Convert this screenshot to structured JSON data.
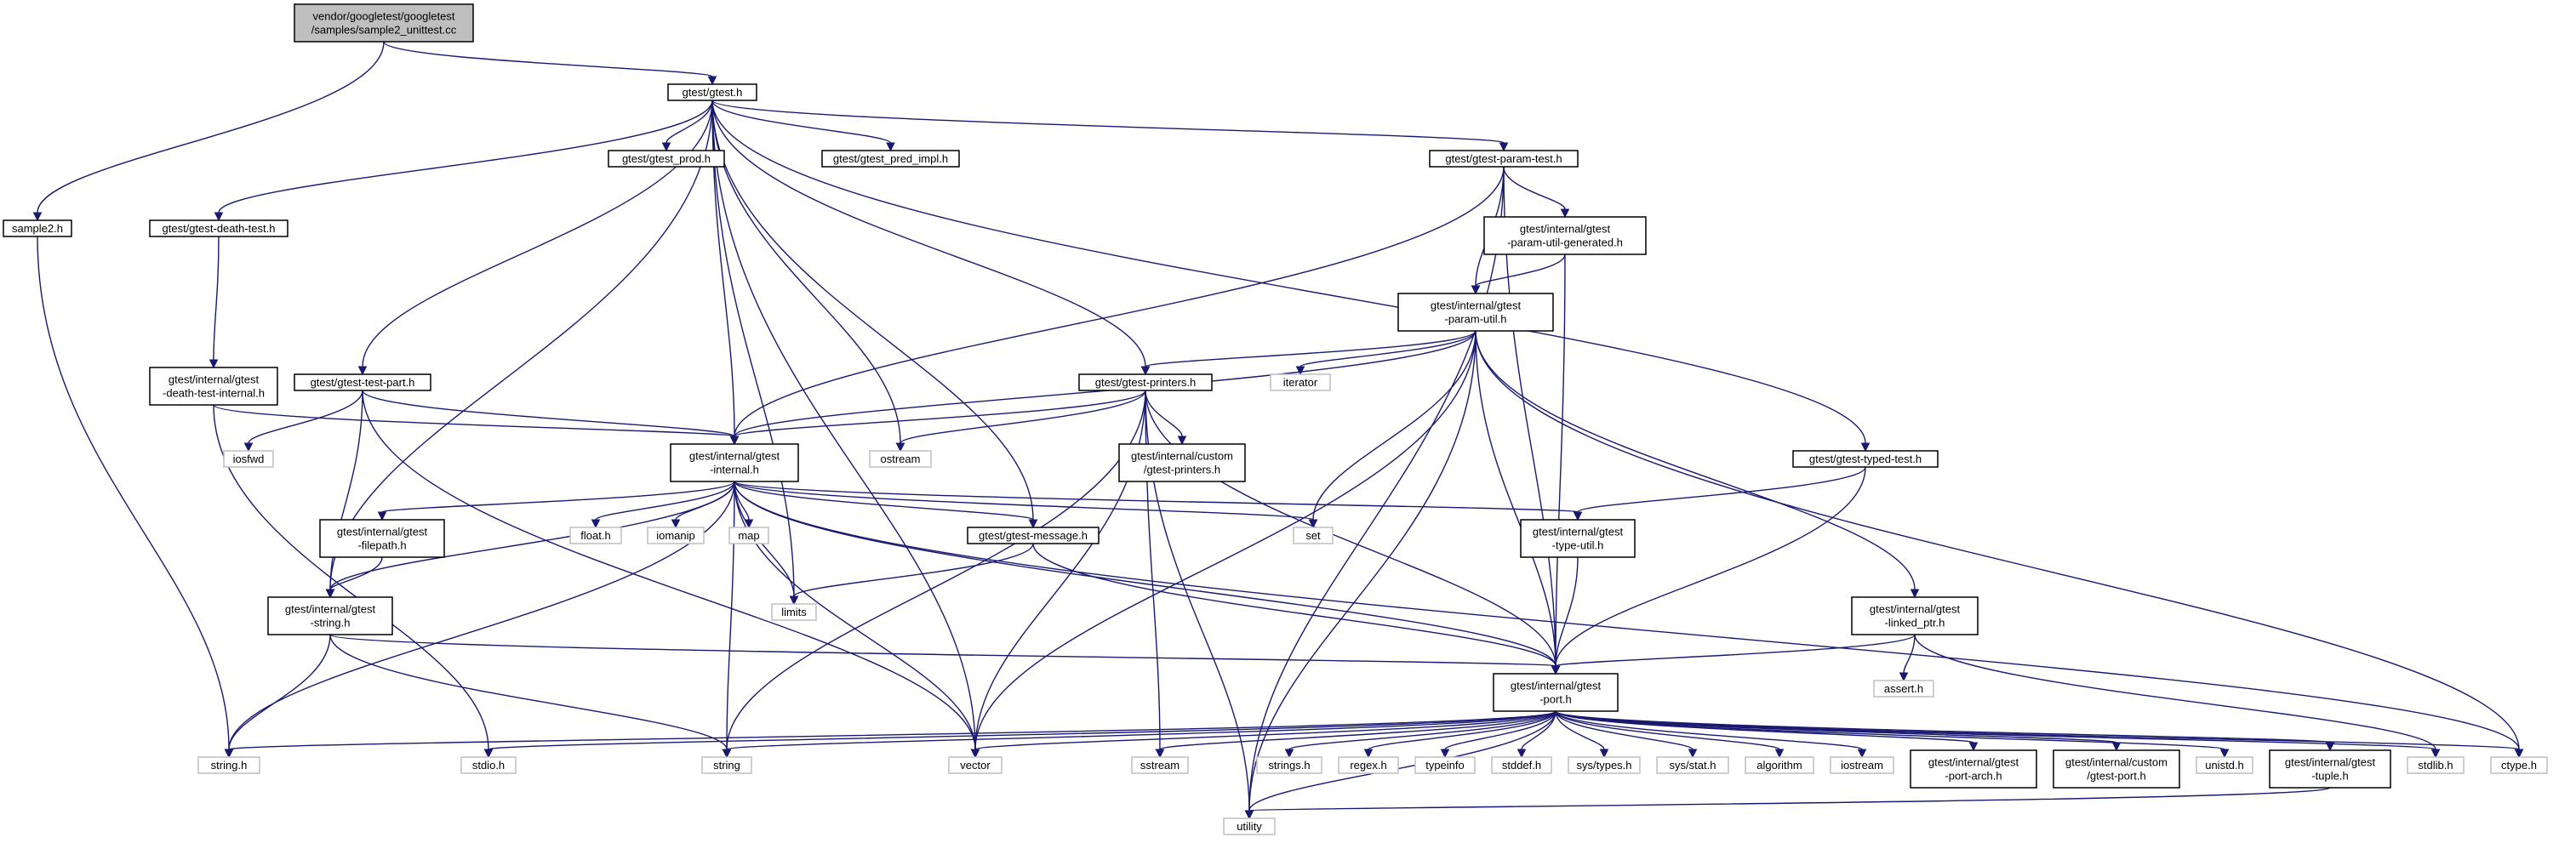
{
  "diagram": {
    "colors": {
      "edge": "#191970",
      "local_border": "#000000",
      "system_border": "#bfbfbf",
      "root_fill": "#bfbfbf",
      "background": "#ffffff"
    },
    "nodes": [
      {
        "id": "root",
        "lines": [
          "vendor/googletest/googletest",
          "/samples/sample2_unittest.cc"
        ],
        "kind": "root"
      },
      {
        "id": "gtest_h",
        "lines": [
          "gtest/gtest.h"
        ],
        "kind": "local"
      },
      {
        "id": "sample2_h",
        "lines": [
          "sample2.h"
        ],
        "kind": "local"
      },
      {
        "id": "death_test",
        "lines": [
          "gtest/gtest-death-test.h"
        ],
        "kind": "local"
      },
      {
        "id": "gtest_prod",
        "lines": [
          "gtest/gtest_prod.h"
        ],
        "kind": "local"
      },
      {
        "id": "pred_impl",
        "lines": [
          "gtest/gtest_pred_impl.h"
        ],
        "kind": "local"
      },
      {
        "id": "param_test",
        "lines": [
          "gtest/gtest-param-test.h"
        ],
        "kind": "local"
      },
      {
        "id": "param_util_gen",
        "lines": [
          "gtest/internal/gtest",
          "-param-util-generated.h"
        ],
        "kind": "local"
      },
      {
        "id": "param_util",
        "lines": [
          "gtest/internal/gtest",
          "-param-util.h"
        ],
        "kind": "local"
      },
      {
        "id": "death_internal",
        "lines": [
          "gtest/internal/gtest",
          "-death-test-internal.h"
        ],
        "kind": "local"
      },
      {
        "id": "test_part",
        "lines": [
          "gtest/gtest-test-part.h"
        ],
        "kind": "local"
      },
      {
        "id": "printers",
        "lines": [
          "gtest/gtest-printers.h"
        ],
        "kind": "local"
      },
      {
        "id": "iterator",
        "lines": [
          "iterator"
        ],
        "kind": "system"
      },
      {
        "id": "iosfwd",
        "lines": [
          "iosfwd"
        ],
        "kind": "system"
      },
      {
        "id": "internal_h",
        "lines": [
          "gtest/internal/gtest",
          "-internal.h"
        ],
        "kind": "local"
      },
      {
        "id": "ostream",
        "lines": [
          "ostream"
        ],
        "kind": "system"
      },
      {
        "id": "custom_printers",
        "lines": [
          "gtest/internal/custom",
          "/gtest-printers.h"
        ],
        "kind": "local"
      },
      {
        "id": "typed_test",
        "lines": [
          "gtest/gtest-typed-test.h"
        ],
        "kind": "local"
      },
      {
        "id": "filepath",
        "lines": [
          "gtest/internal/gtest",
          "-filepath.h"
        ],
        "kind": "local"
      },
      {
        "id": "float_h",
        "lines": [
          "float.h"
        ],
        "kind": "system"
      },
      {
        "id": "iomanip",
        "lines": [
          "iomanip"
        ],
        "kind": "system"
      },
      {
        "id": "map",
        "lines": [
          "map"
        ],
        "kind": "system"
      },
      {
        "id": "message",
        "lines": [
          "gtest/gtest-message.h"
        ],
        "kind": "local"
      },
      {
        "id": "set",
        "lines": [
          "set"
        ],
        "kind": "system"
      },
      {
        "id": "type_util",
        "lines": [
          "gtest/internal/gtest",
          "-type-util.h"
        ],
        "kind": "local"
      },
      {
        "id": "string_int",
        "lines": [
          "gtest/internal/gtest",
          "-string.h"
        ],
        "kind": "local"
      },
      {
        "id": "limits",
        "lines": [
          "limits"
        ],
        "kind": "system"
      },
      {
        "id": "linked_ptr",
        "lines": [
          "gtest/internal/gtest",
          "-linked_ptr.h"
        ],
        "kind": "local"
      },
      {
        "id": "assert_h",
        "lines": [
          "assert.h"
        ],
        "kind": "system"
      },
      {
        "id": "port_h",
        "lines": [
          "gtest/internal/gtest",
          "-port.h"
        ],
        "kind": "local"
      },
      {
        "id": "string_h",
        "lines": [
          "string.h"
        ],
        "kind": "system"
      },
      {
        "id": "stdio_h",
        "lines": [
          "stdio.h"
        ],
        "kind": "system"
      },
      {
        "id": "string",
        "lines": [
          "string"
        ],
        "kind": "system"
      },
      {
        "id": "vector",
        "lines": [
          "vector"
        ],
        "kind": "system"
      },
      {
        "id": "sstream",
        "lines": [
          "sstream"
        ],
        "kind": "system"
      },
      {
        "id": "strings_h",
        "lines": [
          "strings.h"
        ],
        "kind": "system"
      },
      {
        "id": "regex_h",
        "lines": [
          "regex.h"
        ],
        "kind": "system"
      },
      {
        "id": "typeinfo",
        "lines": [
          "typeinfo"
        ],
        "kind": "system"
      },
      {
        "id": "stddef_h",
        "lines": [
          "stddef.h"
        ],
        "kind": "system"
      },
      {
        "id": "sys_types",
        "lines": [
          "sys/types.h"
        ],
        "kind": "system"
      },
      {
        "id": "sys_stat",
        "lines": [
          "sys/stat.h"
        ],
        "kind": "system"
      },
      {
        "id": "algorithm",
        "lines": [
          "algorithm"
        ],
        "kind": "system"
      },
      {
        "id": "iostream",
        "lines": [
          "iostream"
        ],
        "kind": "system"
      },
      {
        "id": "port_arch",
        "lines": [
          "gtest/internal/gtest",
          "-port-arch.h"
        ],
        "kind": "local"
      },
      {
        "id": "custom_port",
        "lines": [
          "gtest/internal/custom",
          "/gtest-port.h"
        ],
        "kind": "local"
      },
      {
        "id": "unistd_h",
        "lines": [
          "unistd.h"
        ],
        "kind": "system"
      },
      {
        "id": "tuple",
        "lines": [
          "gtest/internal/gtest",
          "-tuple.h"
        ],
        "kind": "local"
      },
      {
        "id": "stdlib_h",
        "lines": [
          "stdlib.h"
        ],
        "kind": "system"
      },
      {
        "id": "ctype_h",
        "lines": [
          "ctype.h"
        ],
        "kind": "system"
      },
      {
        "id": "utility",
        "lines": [
          "utility"
        ],
        "kind": "system"
      }
    ],
    "edges": [
      [
        "root",
        "gtest_h"
      ],
      [
        "root",
        "sample2_h"
      ],
      [
        "sample2_h",
        "string_h"
      ],
      [
        "gtest_h",
        "death_test"
      ],
      [
        "gtest_h",
        "gtest_prod"
      ],
      [
        "gtest_h",
        "pred_impl"
      ],
      [
        "gtest_h",
        "param_test"
      ],
      [
        "gtest_h",
        "test_part"
      ],
      [
        "gtest_h",
        "printers"
      ],
      [
        "gtest_h",
        "typed_test"
      ],
      [
        "gtest_h",
        "message"
      ],
      [
        "gtest_h",
        "internal_h"
      ],
      [
        "gtest_h",
        "string_int"
      ],
      [
        "gtest_h",
        "ostream"
      ],
      [
        "gtest_h",
        "limits"
      ],
      [
        "gtest_h",
        "vector"
      ],
      [
        "death_test",
        "death_internal"
      ],
      [
        "death_internal",
        "internal_h"
      ],
      [
        "death_internal",
        "stdio_h"
      ],
      [
        "param_test",
        "param_util_gen"
      ],
      [
        "param_test",
        "param_util"
      ],
      [
        "param_test",
        "internal_h"
      ],
      [
        "param_test",
        "port_h"
      ],
      [
        "param_test",
        "utility"
      ],
      [
        "param_util_gen",
        "param_util"
      ],
      [
        "param_util_gen",
        "port_h"
      ],
      [
        "param_util",
        "iterator"
      ],
      [
        "param_util",
        "set"
      ],
      [
        "param_util",
        "vector"
      ],
      [
        "param_util",
        "utility"
      ],
      [
        "param_util",
        "internal_h"
      ],
      [
        "param_util",
        "printers"
      ],
      [
        "param_util",
        "linked_ptr"
      ],
      [
        "param_util",
        "port_h"
      ],
      [
        "param_util",
        "ctype_h"
      ],
      [
        "test_part",
        "iosfwd"
      ],
      [
        "test_part",
        "internal_h"
      ],
      [
        "test_part",
        "string_int"
      ],
      [
        "test_part",
        "vector"
      ],
      [
        "printers",
        "ostream"
      ],
      [
        "printers",
        "custom_printers"
      ],
      [
        "printers",
        "internal_h"
      ],
      [
        "printers",
        "sstream"
      ],
      [
        "printers",
        "string"
      ],
      [
        "printers",
        "vector"
      ],
      [
        "printers",
        "utility"
      ],
      [
        "printers",
        "port_h"
      ],
      [
        "typed_test",
        "type_util"
      ],
      [
        "typed_test",
        "port_h"
      ],
      [
        "internal_h",
        "filepath"
      ],
      [
        "internal_h",
        "string_int"
      ],
      [
        "internal_h",
        "float_h"
      ],
      [
        "internal_h",
        "iomanip"
      ],
      [
        "internal_h",
        "map"
      ],
      [
        "internal_h",
        "message"
      ],
      [
        "internal_h",
        "set"
      ],
      [
        "internal_h",
        "type_util"
      ],
      [
        "internal_h",
        "limits"
      ],
      [
        "internal_h",
        "string"
      ],
      [
        "internal_h",
        "vector"
      ],
      [
        "internal_h",
        "string_h"
      ],
      [
        "internal_h",
        "port_h"
      ],
      [
        "internal_h",
        "ctype_h"
      ],
      [
        "filepath",
        "string_int"
      ],
      [
        "string_int",
        "string_h"
      ],
      [
        "string_int",
        "string"
      ],
      [
        "string_int",
        "port_h"
      ],
      [
        "message",
        "limits"
      ],
      [
        "message",
        "port_h"
      ],
      [
        "type_util",
        "port_h"
      ],
      [
        "linked_ptr",
        "assert_h"
      ],
      [
        "linked_ptr",
        "stdlib_h"
      ],
      [
        "linked_ptr",
        "port_h"
      ],
      [
        "port_h",
        "string_h"
      ],
      [
        "port_h",
        "stdio_h"
      ],
      [
        "port_h",
        "string"
      ],
      [
        "port_h",
        "vector"
      ],
      [
        "port_h",
        "sstream"
      ],
      [
        "port_h",
        "strings_h"
      ],
      [
        "port_h",
        "regex_h"
      ],
      [
        "port_h",
        "typeinfo"
      ],
      [
        "port_h",
        "stddef_h"
      ],
      [
        "port_h",
        "sys_types"
      ],
      [
        "port_h",
        "sys_stat"
      ],
      [
        "port_h",
        "algorithm"
      ],
      [
        "port_h",
        "iostream"
      ],
      [
        "port_h",
        "port_arch"
      ],
      [
        "port_h",
        "custom_port"
      ],
      [
        "port_h",
        "unistd_h"
      ],
      [
        "port_h",
        "tuple"
      ],
      [
        "port_h",
        "stdlib_h"
      ],
      [
        "port_h",
        "ctype_h"
      ],
      [
        "port_h",
        "utility"
      ],
      [
        "tuple",
        "utility"
      ]
    ]
  }
}
